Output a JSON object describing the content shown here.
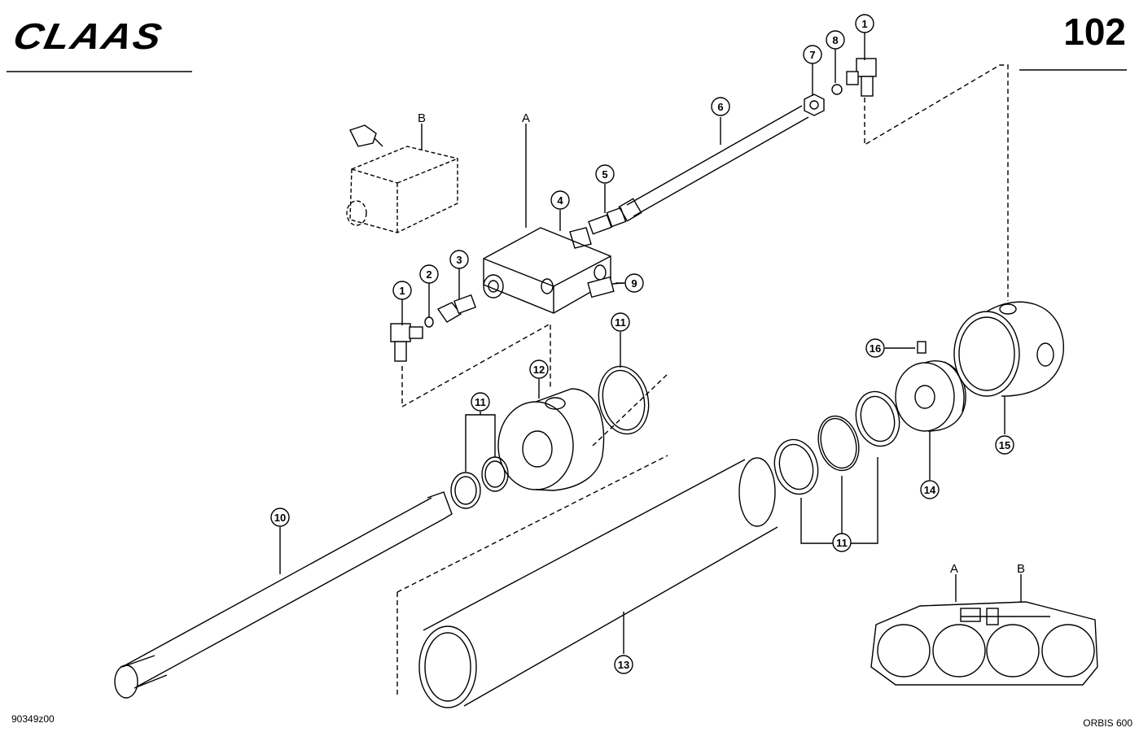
{
  "header": {
    "brand": "CLAAS",
    "page_number": "102"
  },
  "footer": {
    "document_id": "90349z00",
    "model": "ORBIS 600"
  },
  "assembly_labels": {
    "A": "A",
    "B": "B"
  },
  "callouts": [
    "1",
    "2",
    "3",
    "4",
    "5",
    "6",
    "7",
    "8",
    "9",
    "10",
    "11",
    "12",
    "13",
    "14",
    "15",
    "16"
  ],
  "overview_inset": {
    "label_a": "A",
    "label_b": "B"
  }
}
